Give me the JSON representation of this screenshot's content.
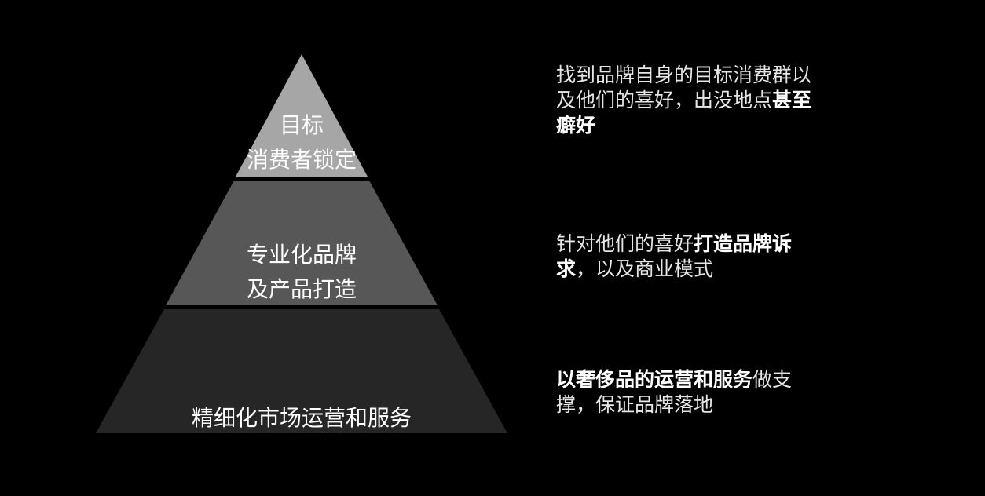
{
  "colors": {
    "background": "#000000",
    "tier_top": "#a6a6a6",
    "tier_middle": "#575757",
    "tier_bottom": "#262626",
    "text": "#ffffff"
  },
  "pyramid": {
    "tiers": [
      {
        "lines": [
          "目标",
          "消费者锁定"
        ]
      },
      {
        "lines": [
          "专业化品牌",
          "及产品打造"
        ]
      },
      {
        "lines": [
          "精细化市场运营和服务"
        ]
      }
    ]
  },
  "descriptions": [
    {
      "segments": [
        {
          "text": "找到品牌自身的目标消费群以及他们的喜好，出没地点",
          "bold": false
        },
        {
          "text": "甚至癖好",
          "bold": true
        }
      ]
    },
    {
      "segments": [
        {
          "text": "针对他们的喜好",
          "bold": false
        },
        {
          "text": "打造品牌诉求",
          "bold": true
        },
        {
          "text": "，以及商业模式",
          "bold": false
        }
      ]
    },
    {
      "segments": [
        {
          "text": "以奢侈品的运营和服务",
          "bold": true
        },
        {
          "text": "做支撑，保证品牌落地",
          "bold": false
        }
      ]
    }
  ]
}
